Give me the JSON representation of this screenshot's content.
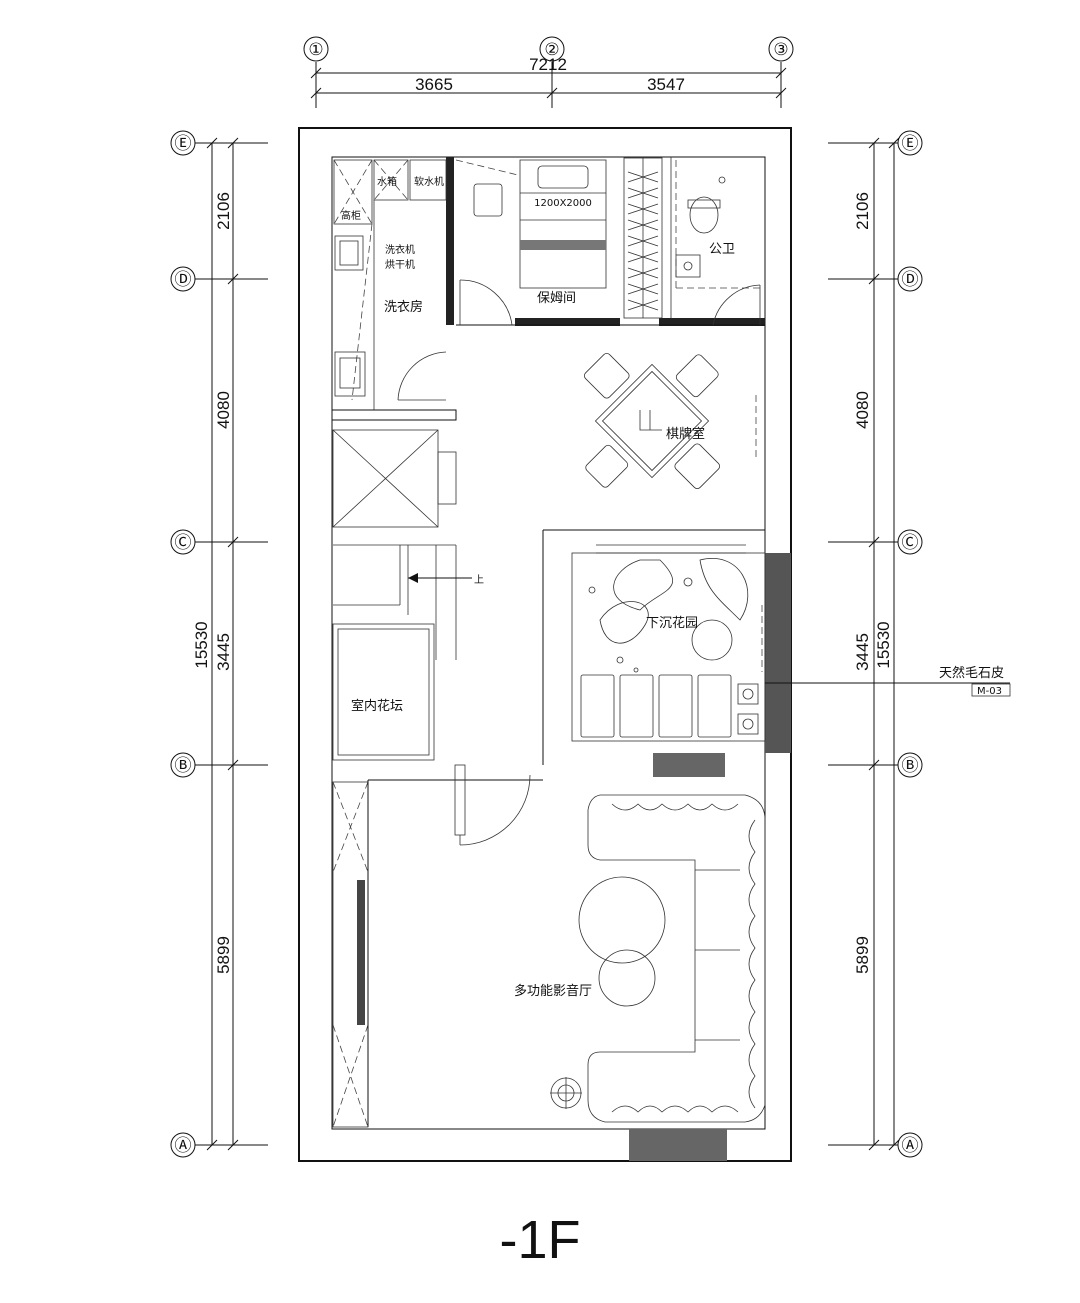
{
  "dimensions": {
    "top_total": "7212",
    "top_left": "3665",
    "top_right": "3547",
    "side_total": "15530",
    "side_segments": [
      "2106",
      "4080",
      "3445",
      "5899"
    ]
  },
  "axes": {
    "columns": [
      "①",
      "②",
      "③"
    ],
    "rows": [
      "Ⓔ",
      "Ⓓ",
      "Ⓒ",
      "Ⓑ",
      "Ⓐ"
    ]
  },
  "rooms": {
    "water_tank": "水箱",
    "softener": "软水机",
    "tall_cabinet": "高柜",
    "washer": "洗衣机",
    "dryer": "烘干机",
    "laundry": "洗衣房",
    "bed_size": "1200X2000",
    "nanny_room": "保姆间",
    "public_wc": "公卫",
    "card_room": "棋牌室",
    "stair_up": "上",
    "sunken_garden": "下沉花园",
    "indoor_planter": "室内花坛",
    "media_room": "多功能影音厅"
  },
  "annotation": {
    "material": "天然毛石皮",
    "code": "M-03"
  },
  "floor_label": "-1F"
}
